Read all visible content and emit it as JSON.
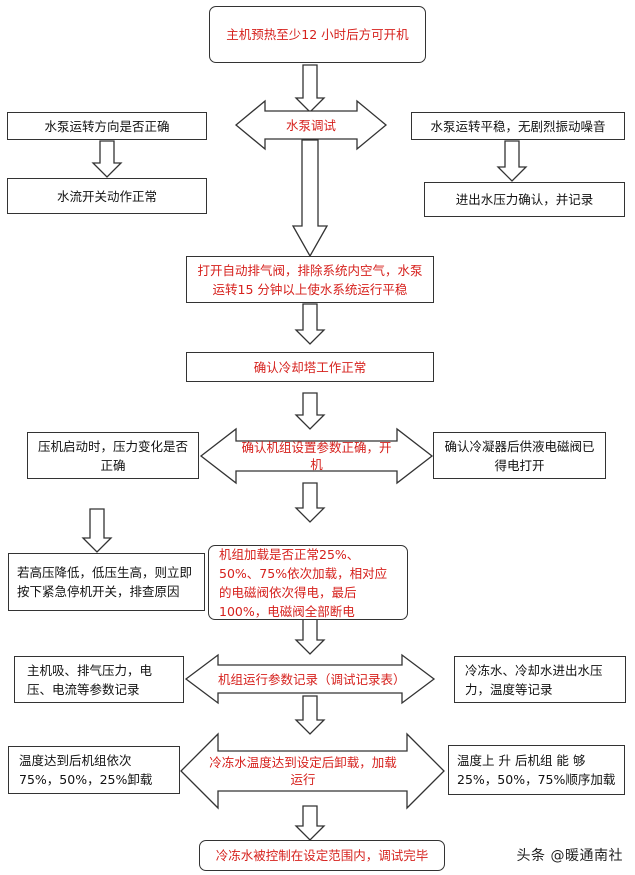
{
  "nodes": {
    "preheat": "主机预热至少12 小时后方可开机",
    "pump_test": "水泵调试",
    "pump_direction": "水泵运转方向是否正确",
    "flow_switch": "水流开关动作正常",
    "pump_smooth": "水泵运转平稳，无剧烈振动噪音",
    "in_out_pressure": "进出水压力确认，并记录",
    "exhaust_valve": "打开自动排气阀，排除系统内空气，水泵运转15 分钟以上使水系统运行平稳",
    "cooling_tower": "确认冷却塔工作正常",
    "compressor_start": "压机启动时，压力变化是否正确",
    "unit_params": "确认机组设置参数正确，开机",
    "solenoid_valve": "确认冷凝器后供液电磁阀已得电打开",
    "high_low_pressure": "若高压降低，低压生高，则立即按下紧急停机开关，排查原因",
    "unit_loading": "机组加载是否正常25%、50%、75%依次加载，相对应的电磁阀依次得电，最后100%，电磁阀全部断电",
    "suction_discharge": "主机吸、排气压力，电压、电流等参数记录",
    "run_params_record": "机组运行参数记录（调试记录表）",
    "water_pressure_temp": "冷冻水、冷却水进出水压力，温度等记录",
    "temp_reached_unload": "温度达到后机组依次75%，50%，25%卸载",
    "chilled_water_temp": "冷冻水温度达到设定后卸载，加载运行",
    "temp_rise_load": "温度上 升 后机组 能 够25%，50%，75%顺序加载",
    "controlled_complete": "冷冻水被控制在设定范围内，调试完毕"
  },
  "watermark": "头条 @暖通南社",
  "colors": {
    "highlight_text": "#d6211d",
    "normal_text": "#111111",
    "stroke": "#333333"
  }
}
